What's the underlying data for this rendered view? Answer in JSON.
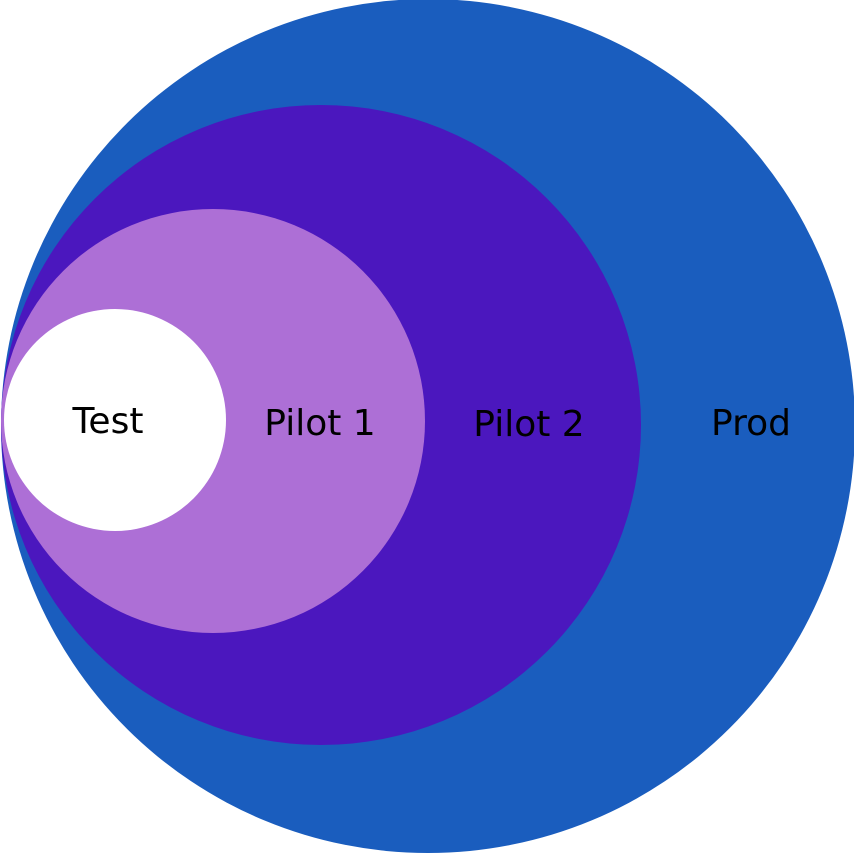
{
  "rings": [
    {
      "id": "prod",
      "label": "Prod",
      "color": "#1A5DBE"
    },
    {
      "id": "pilot2",
      "label": "Pilot 2",
      "color": "#4B17BE"
    },
    {
      "id": "pilot1",
      "label": "Pilot 1",
      "color": "#AD6FD6"
    },
    {
      "id": "test",
      "label": "Test",
      "color": "#FFFFFF"
    }
  ]
}
